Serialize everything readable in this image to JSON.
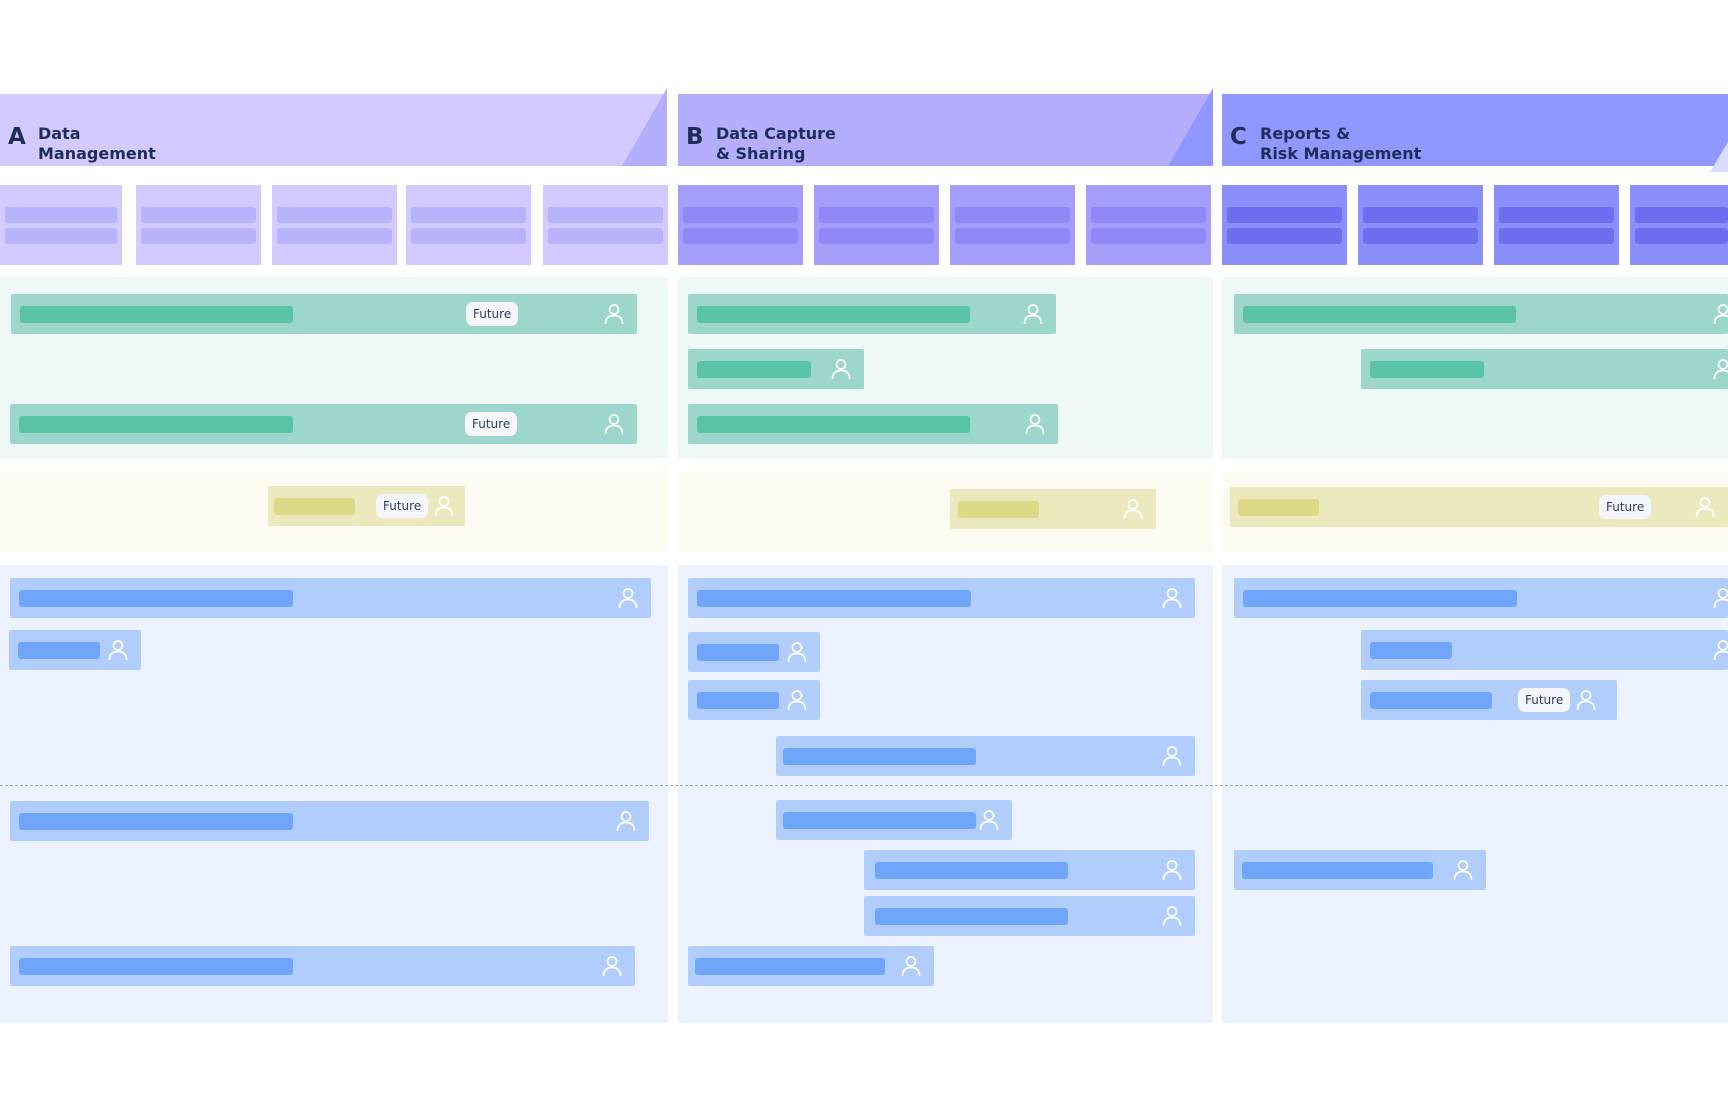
{
  "columns": [
    {
      "letter": "A",
      "title_line1": "Data",
      "title_line2": "Management"
    },
    {
      "letter": "B",
      "title_line1": "Data Capture",
      "title_line2": "& Sharing"
    },
    {
      "letter": "C",
      "title_line1": "Reports &",
      "title_line2": "Risk Management"
    }
  ],
  "badges": {
    "future": "Future"
  },
  "icons": {
    "owner": "person-icon"
  },
  "colors": {
    "header_a": "#d3cbff",
    "header_b": "#b4aefc",
    "header_c": "#9198fd",
    "lane_green": "#eef8f5",
    "lane_yellow": "#fcfcf3",
    "lane_blue": "#ecf2fe",
    "item_green": "#9dd7cb",
    "fill_green": "#59c3a6",
    "item_yellow": "#ebe9bd",
    "fill_yellow": "#dcda86",
    "item_blue": "#b0cdfc",
    "fill_blue": "#6fa6f9"
  }
}
